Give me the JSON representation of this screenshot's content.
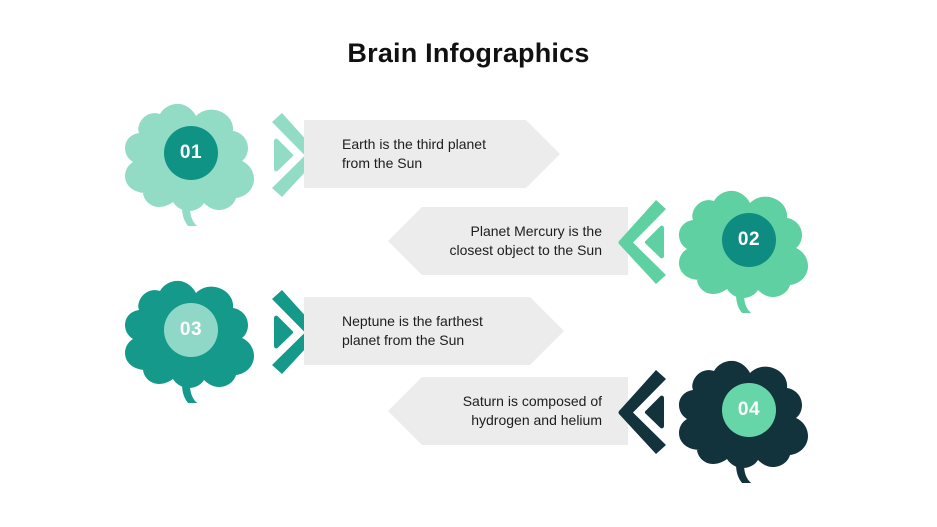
{
  "title": "Brain Infographics",
  "theme": {
    "background": "#ffffff",
    "banner_fill": "#ececec",
    "text_color": "#1d1d1d",
    "title_color": "#111111"
  },
  "items": [
    {
      "number": "01",
      "text": "Earth is the third planet\nfrom the Sun",
      "brain_color": "#92dcc6",
      "badge_color": "#0f9384",
      "badge_text_color": "#ffffff",
      "chevron_color": "#92dcc6",
      "side": "left"
    },
    {
      "number": "02",
      "text": "Planet Mercury is the\nclosest object to the Sun",
      "brain_color": "#5fd0a2",
      "badge_color": "#0f8c82",
      "badge_text_color": "#ffffff",
      "chevron_color": "#5fd0a2",
      "side": "right"
    },
    {
      "number": "03",
      "text": "Neptune is the farthest\nplanet from the Sun",
      "brain_color": "#15998a",
      "badge_color": "#8fd8c8",
      "badge_text_color": "#ffffff",
      "chevron_color": "#15998a",
      "side": "left"
    },
    {
      "number": "04",
      "text": "Saturn is composed of\nhydrogen and helium",
      "brain_color": "#12323c",
      "badge_color": "#66d6a8",
      "badge_text_color": "#ffffff",
      "chevron_color": "#12323c",
      "side": "right"
    }
  ]
}
